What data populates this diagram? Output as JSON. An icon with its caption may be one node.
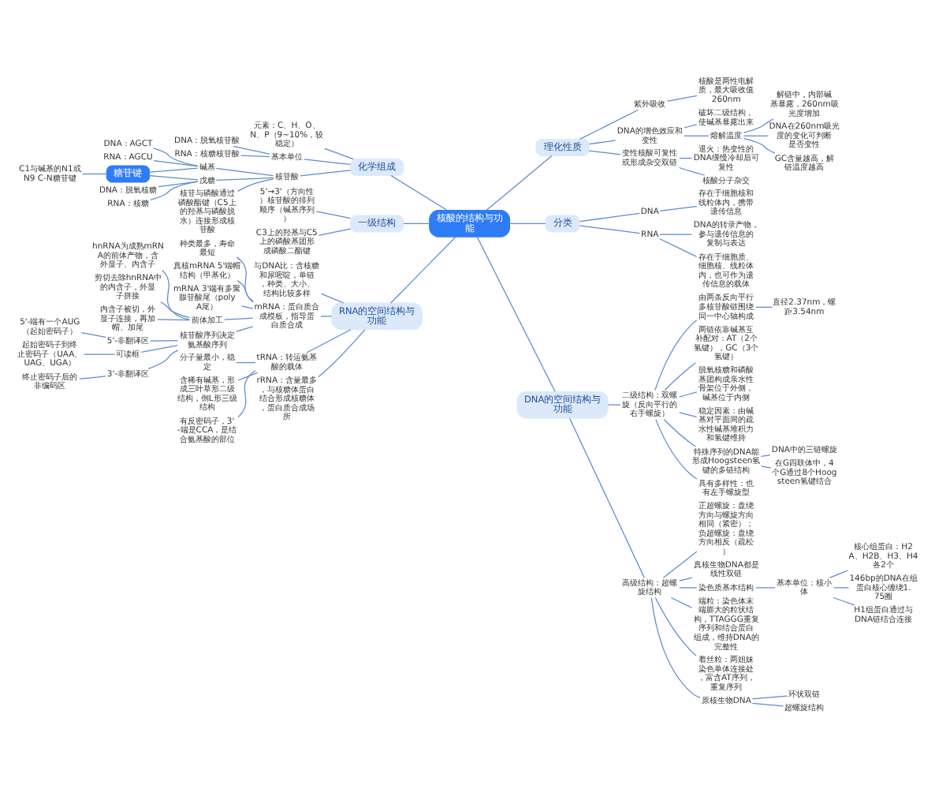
{
  "diagram": {
    "nodes": [
      {
        "text": [
          "核酸的结构与功能"
        ]
      },
      {
        "text": [
          "化学组成"
        ]
      },
      {
        "text": [
          "元素：C、H、O、N、P（9~10%，较稳定）"
        ]
      },
      {
        "text": [
          "基本单位"
        ]
      },
      {
        "text": [
          "DNA：脱氧核苷酸"
        ]
      },
      {
        "text": [
          "RNA：核糖核苷酸"
        ]
      },
      {
        "text": [
          "核苷酸"
        ]
      },
      {
        "text": [
          "碱基"
        ]
      },
      {
        "text": [
          "DNA：AGCT"
        ]
      },
      {
        "text": [
          "RNA：AGCU"
        ]
      },
      {
        "text": [
          "戊糖"
        ]
      },
      {
        "text": [
          "DNA：脱氧核糖"
        ]
      },
      {
        "text": [
          "RNA：核糖"
        ]
      },
      {
        "text": [
          "核苷与磷酸通过磷酸酯键（C5上的羟基与磷酸脱水）连接形成核苷酸"
        ]
      },
      {
        "text": [
          "糖苷键"
        ]
      },
      {
        "text": [
          "C1与碱基的N1或N9 C-N糖苷键"
        ]
      },
      {
        "text": [
          "一级结构"
        ]
      },
      {
        "text": [
          "5'→3'（方向性）核苷酸的排列顺序（碱基序列）"
        ]
      },
      {
        "text": [
          "C3上的羟基与C5上的磷酸基团形成磷酸二酯键"
        ]
      },
      {
        "text": [
          "理化性质"
        ]
      },
      {
        "text": [
          "核酸是两性电解质，最大吸收值260nm"
        ]
      },
      {
        "text": [
          "紫外吸收"
        ]
      },
      {
        "text": [
          "DNA的增色效应和变性"
        ]
      },
      {
        "text": [
          "破坏二级结构，使碱基暴露出来"
        ]
      },
      {
        "text": [
          "熔解温度"
        ]
      },
      {
        "text": [
          "解链中，内部碱基暴露，260nm吸光度增加"
        ]
      },
      {
        "text": [
          "DNA在260nm吸光度的变化可判断是否变性"
        ]
      },
      {
        "text": [
          "GC含量越高，解链温度越高"
        ]
      },
      {
        "text": [
          "变性核酸可复性或形成杂交双链"
        ]
      },
      {
        "text": [
          "退火：热变性的DNA缓慢冷却后可复性"
        ]
      },
      {
        "text": [
          "核酸分子杂交"
        ]
      },
      {
        "text": [
          "分类"
        ]
      },
      {
        "text": [
          "DNA"
        ]
      },
      {
        "text": [
          "存在于细胞核和线粒体内，携带遗传信息"
        ]
      },
      {
        "text": [
          "RNA"
        ]
      },
      {
        "text": [
          "DNA的转录产物，参与遗传信息的复制与表达"
        ]
      },
      {
        "text": [
          "存在于细胞质、细胞核、线粒体内，也可作为遗传信息的载体"
        ]
      },
      {
        "text": [
          "DNA的空间结构与功能"
        ]
      },
      {
        "text": [
          "二级结构：双螺旋（反向平行的右手螺旋）"
        ]
      },
      {
        "text": [
          "由两条反向平行多核苷酸链围绕同一中心轴构成"
        ]
      },
      {
        "text": [
          "直径2.37nm，螺距3.54nm"
        ]
      },
      {
        "text": [
          "两链依靠碱基互补配对：AT（2个氢键），GC（3个氢键）"
        ]
      },
      {
        "text": [
          "脱氧核糖和磷酸基团构成亲水性骨架位于外侧，碱基位于内侧"
        ]
      },
      {
        "text": [
          "稳定因素：由碱基对平面间的疏水性碱基堆积力和氢键维持"
        ]
      },
      {
        "text": [
          "特殊序列的DNA能形成Hoogsteen氢键的多链结构"
        ]
      },
      {
        "text": [
          "DNA中的三链螺旋"
        ]
      },
      {
        "text": [
          "在G四联体中，4个G通过8个Hoogsteen氢键结合"
        ]
      },
      {
        "text": [
          "具有多样性：也有左手螺旋型"
        ]
      },
      {
        "text": [
          "高级结构：超螺旋结构"
        ]
      },
      {
        "text": [
          "正超螺旋：盘绕方向与螺旋方向相同（紧密）；负超螺旋：盘绕方向相反（疏松）"
        ]
      },
      {
        "text": [
          "真核生物DNA都是线性双链"
        ]
      },
      {
        "text": [
          "染色质基本结构"
        ]
      },
      {
        "text": [
          "基本单位：核小体"
        ]
      },
      {
        "text": [
          "核心组蛋白：H2A、H2B、H3、H4各2个"
        ]
      },
      {
        "text": [
          "146bp的DNA在组蛋白核心缠绕1.75圈"
        ]
      },
      {
        "text": [
          "H1组蛋白通过与DNA链结合连接"
        ]
      },
      {
        "text": [
          "端粒：染色体末端膨大的粒状结构，TTAGGG重复序列和结合蛋白组成，维持DNA的完整性"
        ]
      },
      {
        "text": [
          "着丝粒：两姐妹染色单体连接处，富含AT序列，重复序列"
        ]
      },
      {
        "text": [
          "原核生物DNA"
        ]
      },
      {
        "text": [
          "环状双链"
        ]
      },
      {
        "text": [
          "超螺旋结构"
        ]
      },
      {
        "text": [
          "RNA的空间结构与功能"
        ]
      },
      {
        "text": [
          "与DNA比：含核糖和尿嘧啶，单链，种类、大小、结构比较多样"
        ]
      },
      {
        "text": [
          "mRNA：蛋白质合成模板，指导蛋白质合成"
        ]
      },
      {
        "text": [
          "种类最多，寿命最短"
        ]
      },
      {
        "text": [
          "真核mRNA 5'端帽结构（甲基化）"
        ]
      },
      {
        "text": [
          "mRNA 3'端有多聚腺苷酸尾（poly A尾）"
        ]
      },
      {
        "text": [
          "前体加工"
        ]
      },
      {
        "text": [
          "hnRNA为成熟mRNA的前体产物，含外显子、内含子"
        ]
      },
      {
        "text": [
          "剪切去除hnRNA中的内含子，外显子拼接"
        ]
      },
      {
        "text": [
          "内含子被切，外显子连接，再加帽、加尾"
        ]
      },
      {
        "text": [
          "核苷酸序列决定氨基酸序列"
        ]
      },
      {
        "text": [
          "5'-非翻译区"
        ]
      },
      {
        "text": [
          "5'-端有一个AUG（起始密码子）"
        ]
      },
      {
        "text": [
          "可读框"
        ]
      },
      {
        "text": [
          "起始密码子到终止密码子（UAA、UAG、UGA）"
        ]
      },
      {
        "text": [
          "3'-非翻译区"
        ]
      },
      {
        "text": [
          "终止密码子后的非编码区"
        ]
      },
      {
        "text": [
          "tRNA：转运氨基酸的载体"
        ]
      },
      {
        "text": [
          "分子量最小，稳定"
        ]
      },
      {
        "text": [
          "含稀有碱基，形成三叶草形二级结构，倒L形三级结构"
        ]
      },
      {
        "text": [
          "有反密码子，3'-端是CCA，是结合氨基酸的部位"
        ]
      },
      {
        "text": [
          "rRNA：含量最多，与核糖体蛋白结合形成核糖体，蛋白质合成场所"
        ]
      }
    ],
    "edges": [
      {
        "from": 0,
        "to": 1,
        "arrow": "none"
      },
      {
        "from": 1,
        "to": 2,
        "arrow": "none"
      },
      {
        "from": 1,
        "to": 3,
        "arrow": "none"
      },
      {
        "from": 3,
        "to": 4,
        "arrow": "none"
      },
      {
        "from": 3,
        "to": 5,
        "arrow": "none"
      },
      {
        "from": 1,
        "to": 6,
        "arrow": "none"
      },
      {
        "from": 6,
        "to": 7,
        "arrow": "none"
      },
      {
        "from": 7,
        "to": 8,
        "arrow": "none"
      },
      {
        "from": 7,
        "to": 9,
        "arrow": "none"
      },
      {
        "from": 6,
        "to": 10,
        "arrow": "none"
      },
      {
        "from": 10,
        "to": 11,
        "arrow": "none"
      },
      {
        "from": 10,
        "to": 12,
        "arrow": "none"
      },
      {
        "from": 6,
        "to": 13,
        "arrow": "none"
      },
      {
        "from": 7,
        "to": 14,
        "arrow": "none"
      },
      {
        "from": 10,
        "to": 14,
        "arrow": "none"
      },
      {
        "from": 14,
        "to": 15,
        "arrow": "none"
      },
      {
        "from": 0,
        "to": 16,
        "arrow": "none"
      },
      {
        "from": 16,
        "to": 17,
        "arrow": "none"
      },
      {
        "from": 16,
        "to": 18,
        "arrow": "none"
      },
      {
        "from": 0,
        "to": 19,
        "arrow": "none"
      },
      {
        "from": 19,
        "to": 21,
        "arrow": "none"
      },
      {
        "from": 21,
        "to": 20,
        "arrow": "none"
      },
      {
        "from": 19,
        "to": 22,
        "arrow": "none"
      },
      {
        "from": 22,
        "to": 23,
        "arrow": "none"
      },
      {
        "from": 22,
        "to": 24,
        "arrow": "none"
      },
      {
        "from": 24,
        "to": 25,
        "arrow": "none"
      },
      {
        "from": 24,
        "to": 26,
        "arrow": "none"
      },
      {
        "from": 24,
        "to": 27,
        "arrow": "none"
      },
      {
        "from": 19,
        "to": 28,
        "arrow": "none"
      },
      {
        "from": 28,
        "to": 29,
        "arrow": "none"
      },
      {
        "from": 28,
        "to": 30,
        "arrow": "none"
      },
      {
        "from": 0,
        "to": 31,
        "arrow": "none"
      },
      {
        "from": 31,
        "to": 32,
        "arrow": "none"
      },
      {
        "from": 32,
        "to": 33,
        "arrow": "none"
      },
      {
        "from": 31,
        "to": 34,
        "arrow": "none"
      },
      {
        "from": 34,
        "to": 35,
        "arrow": "none"
      },
      {
        "from": 34,
        "to": 36,
        "arrow": "none"
      },
      {
        "from": 0,
        "to": 37,
        "arrow": "none"
      },
      {
        "from": 37,
        "to": 38,
        "arrow": "none"
      },
      {
        "from": 38,
        "to": 39,
        "arrow": "none"
      },
      {
        "from": 39,
        "to": 40,
        "arrow": "none"
      },
      {
        "from": 38,
        "to": 41,
        "arrow": "none"
      },
      {
        "from": 38,
        "to": 42,
        "arrow": "none"
      },
      {
        "from": 38,
        "to": 43,
        "arrow": "none"
      },
      {
        "from": 38,
        "to": 44,
        "arrow": "none"
      },
      {
        "from": 44,
        "to": 45,
        "arrow": "none"
      },
      {
        "from": 44,
        "to": 46,
        "arrow": "none"
      },
      {
        "from": 38,
        "to": 47,
        "arrow": "none"
      },
      {
        "from": 37,
        "to": 48,
        "arrow": "none"
      },
      {
        "from": 48,
        "to": 49,
        "arrow": "none"
      },
      {
        "from": 48,
        "to": 50,
        "arrow": "none"
      },
      {
        "from": 48,
        "to": 51,
        "arrow": "none"
      },
      {
        "from": 51,
        "to": 52,
        "arrow": "none"
      },
      {
        "from": 52,
        "to": 53,
        "arrow": "none"
      },
      {
        "from": 52,
        "to": 54,
        "arrow": "none"
      },
      {
        "from": 52,
        "to": 55,
        "arrow": "none"
      },
      {
        "from": 48,
        "to": 56,
        "arrow": "none"
      },
      {
        "from": 48,
        "to": 57,
        "arrow": "none"
      },
      {
        "from": 48,
        "to": 58,
        "arrow": "none"
      },
      {
        "from": 58,
        "to": 59,
        "arrow": "none"
      },
      {
        "from": 58,
        "to": 60,
        "arrow": "none"
      },
      {
        "from": 0,
        "to": 61,
        "arrow": "none"
      },
      {
        "from": 61,
        "to": 62,
        "arrow": "none"
      },
      {
        "from": 61,
        "to": 63,
        "arrow": "none"
      },
      {
        "from": 63,
        "to": 64,
        "arrow": "none"
      },
      {
        "from": 63,
        "to": 65,
        "arrow": "none"
      },
      {
        "from": 63,
        "to": 66,
        "arrow": "none"
      },
      {
        "from": 63,
        "to": 67,
        "arrow": "none"
      },
      {
        "from": 67,
        "to": 68,
        "arrow": "none"
      },
      {
        "from": 67,
        "to": 69,
        "arrow": "none"
      },
      {
        "from": 67,
        "to": 70,
        "arrow": "none"
      },
      {
        "from": 63,
        "to": 71,
        "arrow": "none"
      },
      {
        "from": 71,
        "to": 72,
        "arrow": "none"
      },
      {
        "from": 72,
        "to": 73,
        "arrow": "none"
      },
      {
        "from": 71,
        "to": 74,
        "arrow": "none"
      },
      {
        "from": 74,
        "to": 75,
        "arrow": "none"
      },
      {
        "from": 71,
        "to": 76,
        "arrow": "none"
      },
      {
        "from": 76,
        "to": 77,
        "arrow": "none"
      },
      {
        "from": 61,
        "to": 78,
        "arrow": "none"
      },
      {
        "from": 78,
        "to": 79,
        "arrow": "none"
      },
      {
        "from": 78,
        "to": 80,
        "arrow": "none"
      },
      {
        "from": 78,
        "to": 81,
        "arrow": "none"
      },
      {
        "from": 61,
        "to": 82,
        "arrow": "none"
      }
    ]
  }
}
